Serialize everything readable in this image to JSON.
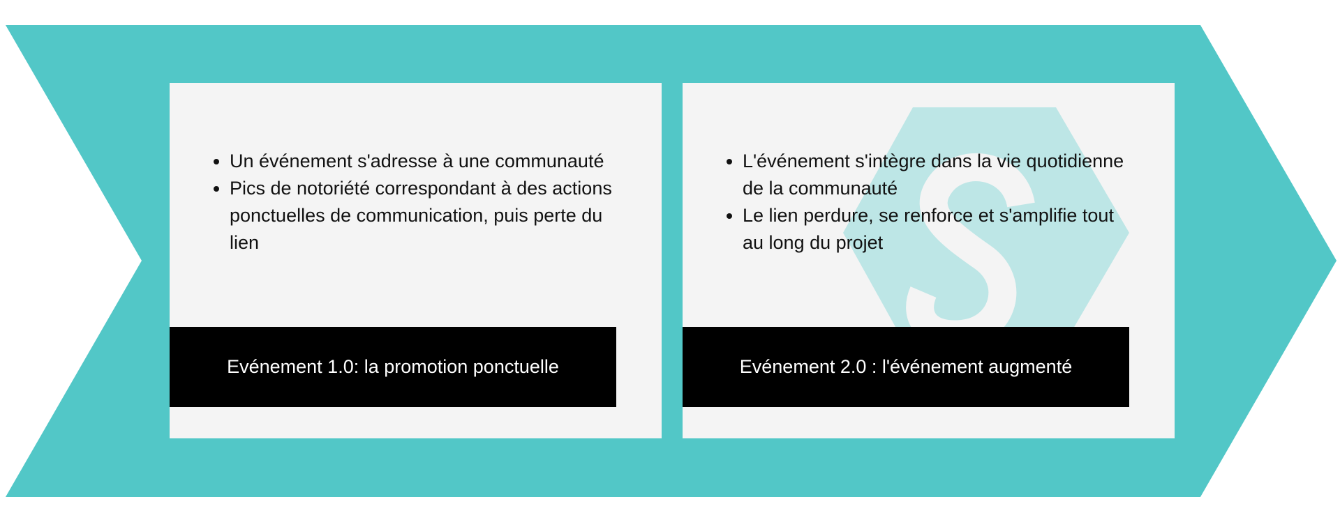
{
  "colors": {
    "arrow": "#52c7c7",
    "panel": "#f4f4f4",
    "caption_bg": "#000000",
    "caption_text": "#ffffff",
    "watermark": "#bde6e6"
  },
  "panels": [
    {
      "bullets": [
        "Un événement s'adresse à une communauté",
        "Pics de notoriété correspondant à des actions ponctuelles de communication, puis perte du lien"
      ],
      "caption": "Evénement 1.0: la promotion ponctuelle"
    },
    {
      "bullets": [
        "L'événement s'intègre dans la vie quotidienne de la communauté",
        "Le lien perdure, se renforce et s'amplifie tout au long du projet"
      ],
      "caption": "Evénement 2.0 : l'événement augmenté",
      "watermark_icon": "hexagon-logo-icon"
    }
  ]
}
